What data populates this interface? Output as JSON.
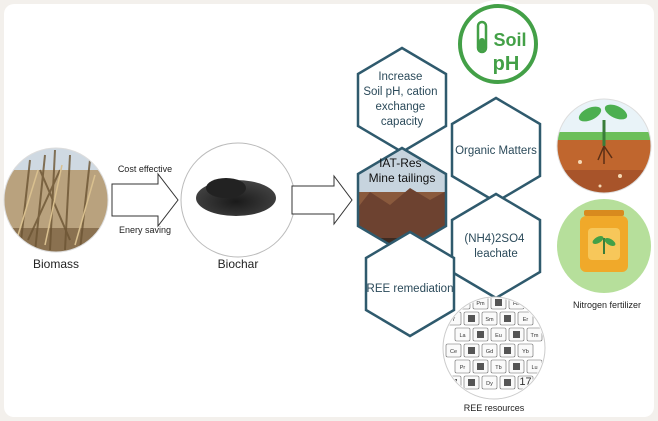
{
  "biomass": {
    "label": "Biomass"
  },
  "biochar": {
    "label": "Biochar"
  },
  "arrow1": {
    "top_label": "Cost effective",
    "bottom_label": "Enery saving"
  },
  "hexagons": {
    "increase": [
      "Increase",
      "Soil pH, cation",
      "exchange",
      "capacity"
    ],
    "center": [
      "IAT-Res",
      "Mine tailings"
    ],
    "organic": [
      "Organic Matters"
    ],
    "leachate": [
      "(NH4)2SO4",
      "leachate"
    ],
    "ree": [
      "REE remediation"
    ]
  },
  "soil_ph_badge": {
    "line1": "Soil",
    "line2": "pH"
  },
  "nitrogen": {
    "label": "Nitrogen fertilizer"
  },
  "ree_resources": {
    "label": "REE resources",
    "cells": [
      [
        "",
        "Pm",
        "",
        "Ho"
      ],
      [
        "Y",
        "",
        "Sm",
        "",
        "Er"
      ],
      [
        "La",
        "",
        "Eu",
        "",
        "Tm"
      ],
      [
        "Ce",
        "",
        "Gd",
        "",
        "Yb"
      ],
      [
        "Pr",
        "",
        "Tb",
        "",
        "Lu"
      ],
      [
        "",
        "",
        "Dy",
        "",
        "17"
      ]
    ]
  },
  "colors": {
    "hex_stroke": "#2f5a6d",
    "text_dark": "#2b4a5a",
    "green": "#43a047",
    "soil": "#c0662e"
  }
}
